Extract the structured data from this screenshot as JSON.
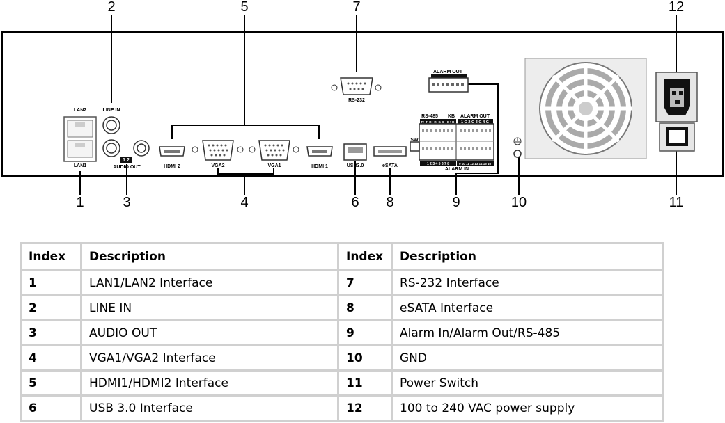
{
  "callouts": [
    "1",
    "2",
    "3",
    "4",
    "5",
    "6",
    "7",
    "8",
    "9",
    "10",
    "11",
    "12"
  ],
  "panel_labels": {
    "lan2": "LAN2",
    "lan1": "LAN1",
    "line_in": "LINE IN",
    "audio_out": "AUDIO OUT",
    "audio_channels": "1 2",
    "hdmi2": "HDMI 2",
    "hdmi1": "HDMI 1",
    "vga2": "VGA2",
    "vga1": "VGA1",
    "usb": "USB3.0",
    "esata": "eSATA",
    "rs232": "RS-232",
    "alarm_out_top": "ALARM OUT",
    "rs485": "RS-485",
    "kb": "KB",
    "alarm_out": "ALARM OUT",
    "alarm_out_pins": "1 G 2 G 3 G 4 G",
    "rs485_pins": "T+ T- R+ R- G G",
    "kb_pins": "D+ D-",
    "sw": "SW",
    "alarm_in_pins_a": "1 2 3 4 5 6 7 8",
    "alarm_in_pins_b": "9 10 11 12 13 14 15 16",
    "alarm_in": "ALARM IN"
  },
  "table": {
    "headers": [
      "Index",
      "Description",
      "Index",
      "Description"
    ],
    "rows": [
      [
        "1",
        "LAN1/LAN2 Interface",
        "7",
        "RS-232 Interface"
      ],
      [
        "2",
        "LINE IN",
        "8",
        "eSATA Interface"
      ],
      [
        "3",
        "AUDIO OUT",
        "9",
        "Alarm In/Alarm Out/RS-485"
      ],
      [
        "4",
        "VGA1/VGA2 Interface",
        "10",
        "GND"
      ],
      [
        "5",
        "HDMI1/HDMI2 Interface",
        "11",
        "Power Switch"
      ],
      [
        "6",
        "USB 3.0 Interface",
        "12",
        "100 to 240 VAC power supply"
      ]
    ]
  }
}
